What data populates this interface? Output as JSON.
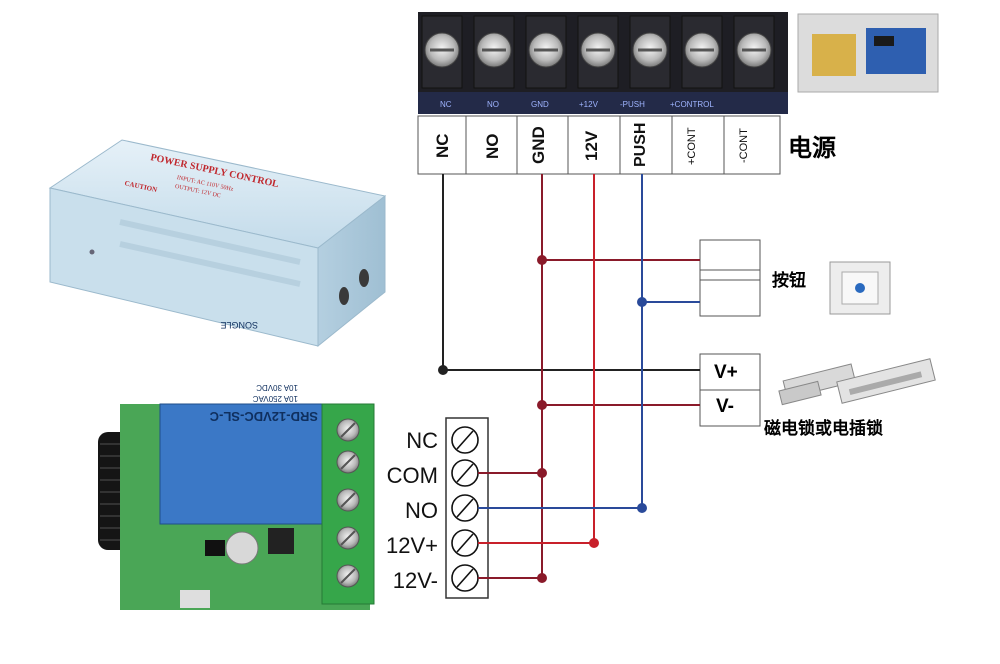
{
  "terminal_strip": {
    "printed_labels": [
      "NC",
      "NO",
      "GND",
      "+12V",
      "-PUSH",
      "+CONTROL"
    ],
    "pins": [
      "NC",
      "NO",
      "GND",
      "12V",
      "PUSH",
      "+CONT",
      "-CONT"
    ]
  },
  "power_label": "电源",
  "button_label": "按钮",
  "lock_label": "磁电锁或电插锁",
  "lock_pins": [
    "V+",
    "V-"
  ],
  "relay_pins": [
    "NC",
    "COM",
    "NO",
    "12V+",
    "12V-"
  ],
  "power_box": {
    "title": "POWER SUPPLY CONTROL",
    "line1": "INPUT: AC 110V 50Hz",
    "line2": "OUTPUT: 12V DC",
    "caution": "CAUTION"
  },
  "relay_module": {
    "relay_text": "SRD-12VDC-SL-C",
    "rating1": "10A 250VAC",
    "rating2": "10A 30VDC",
    "brand": "SONGLE"
  },
  "colors": {
    "wire_black": "#222222",
    "wire_red": "#c8202a",
    "wire_darkred": "#8a1a2a",
    "wire_blue": "#2a4a9a",
    "pcb_green": "#3aa84a",
    "relay_blue": "#3a7ac8",
    "box_blue": "#cfe3f0"
  }
}
